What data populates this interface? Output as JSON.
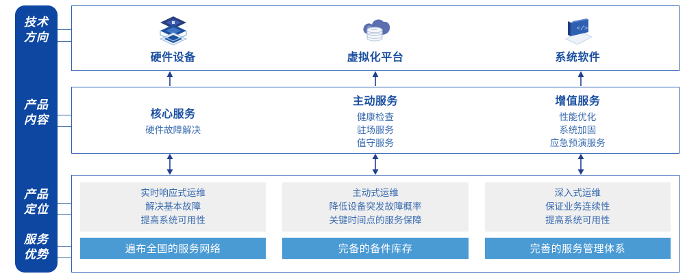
{
  "rail": {
    "color": "#0d47a1",
    "labels": [
      {
        "id": "tech-direction",
        "line1": "技术",
        "line2": "方向"
      },
      {
        "id": "product-content",
        "line1": "产品",
        "line2": "内容"
      },
      {
        "id": "product-position",
        "line1": "产品",
        "line2": "定位"
      },
      {
        "id": "service-advantage",
        "line1": "服务",
        "line2": "优势"
      }
    ]
  },
  "tech_row": {
    "columns": [
      {
        "icon": "server-stack-icon",
        "title": "硬件设备"
      },
      {
        "icon": "cloud-database-icon",
        "title": "虚拟化平台"
      },
      {
        "icon": "monitor-code-icon",
        "title": "系统软件"
      }
    ]
  },
  "product_row": {
    "columns": [
      {
        "title": "核心服务",
        "items": [
          "硬件故障解决"
        ]
      },
      {
        "title": "主动服务",
        "items": [
          "健康检查",
          "驻场服务",
          "值守服务"
        ]
      },
      {
        "title": "增值服务",
        "items": [
          "性能优化",
          "系统加固",
          "应急预演服务"
        ]
      }
    ]
  },
  "position_row": {
    "columns": [
      {
        "grey_lines": [
          "实时响应式运维",
          "解决基本故障",
          "提高系统可用性"
        ],
        "advantage": "遍布全国的服务网络"
      },
      {
        "grey_lines": [
          "主动式运维",
          "降低设备突发故障概率",
          "关键时间点的服务保障"
        ],
        "advantage": "完备的备件库存"
      },
      {
        "grey_lines": [
          "深入式运维",
          "保证业务连续性",
          "提高系统可用性"
        ],
        "advantage": "完善的服务管理体系"
      }
    ]
  },
  "colors": {
    "rail_blue": "#0d47a1",
    "panel_border": "#2f62b5",
    "heading_blue": "#1a4fa0",
    "body_blue": "#3b6cb0",
    "grey_box": "#efefef",
    "bar_blue": "#4a9ad4",
    "arrow_navy": "#1f3f8f"
  }
}
